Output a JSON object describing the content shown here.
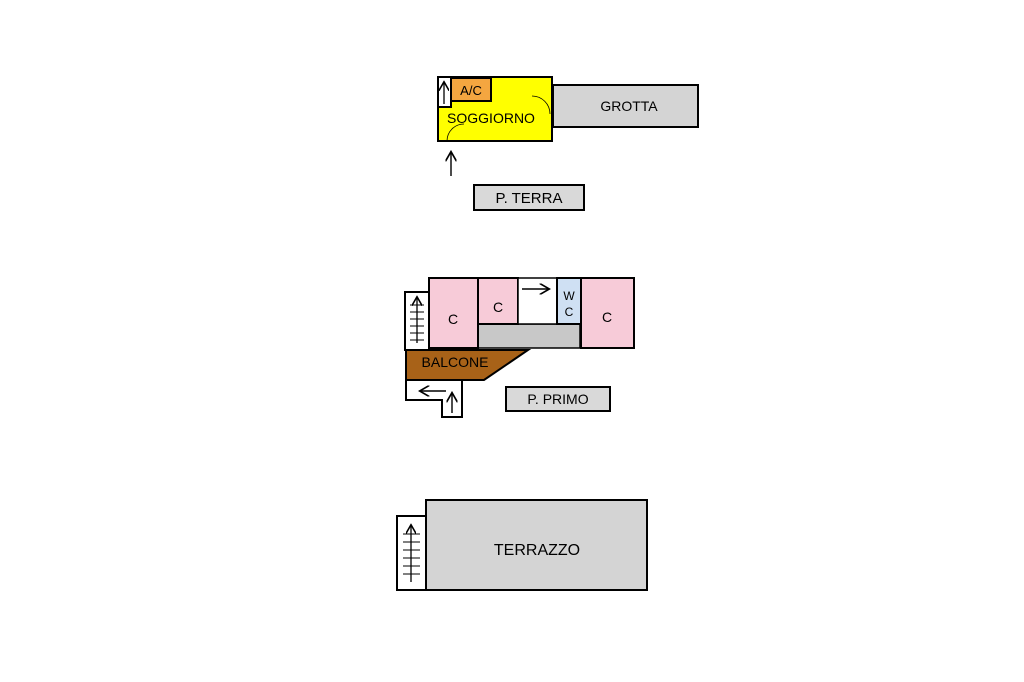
{
  "colors": {
    "soggiorno": "#ffff00",
    "ac": "#f4a640",
    "grotta": "#d4d4d4",
    "camera": "#f7cbd8",
    "wc": "#cfe0f3",
    "corridor": "#c8c8c8",
    "balcone": "#a86218",
    "terrazzo": "#d4d4d4",
    "label_box": "#d9d9d9",
    "wall": "#000000"
  },
  "ground_floor": {
    "label": "P. TERRA",
    "rooms": {
      "ac": "A/C",
      "soggiorno": "SOGGIORNO",
      "grotta": "GROTTA"
    },
    "icons": [
      "stair-arrow-icon",
      "entrance-arrow-icon",
      "door-swing-icon"
    ]
  },
  "first_floor": {
    "label": "P. PRIMO",
    "rooms": {
      "camera_1": "C",
      "camera_2": "C",
      "camera_3": "C",
      "wc_line1": "W",
      "wc_line2": "C",
      "balcone": "BALCONE"
    },
    "icons": [
      "stair-icon",
      "right-arrow-icon",
      "left-arrow-icon",
      "up-arrow-icon"
    ]
  },
  "roof": {
    "label": "TERRAZZO",
    "icons": [
      "stair-icon"
    ]
  }
}
